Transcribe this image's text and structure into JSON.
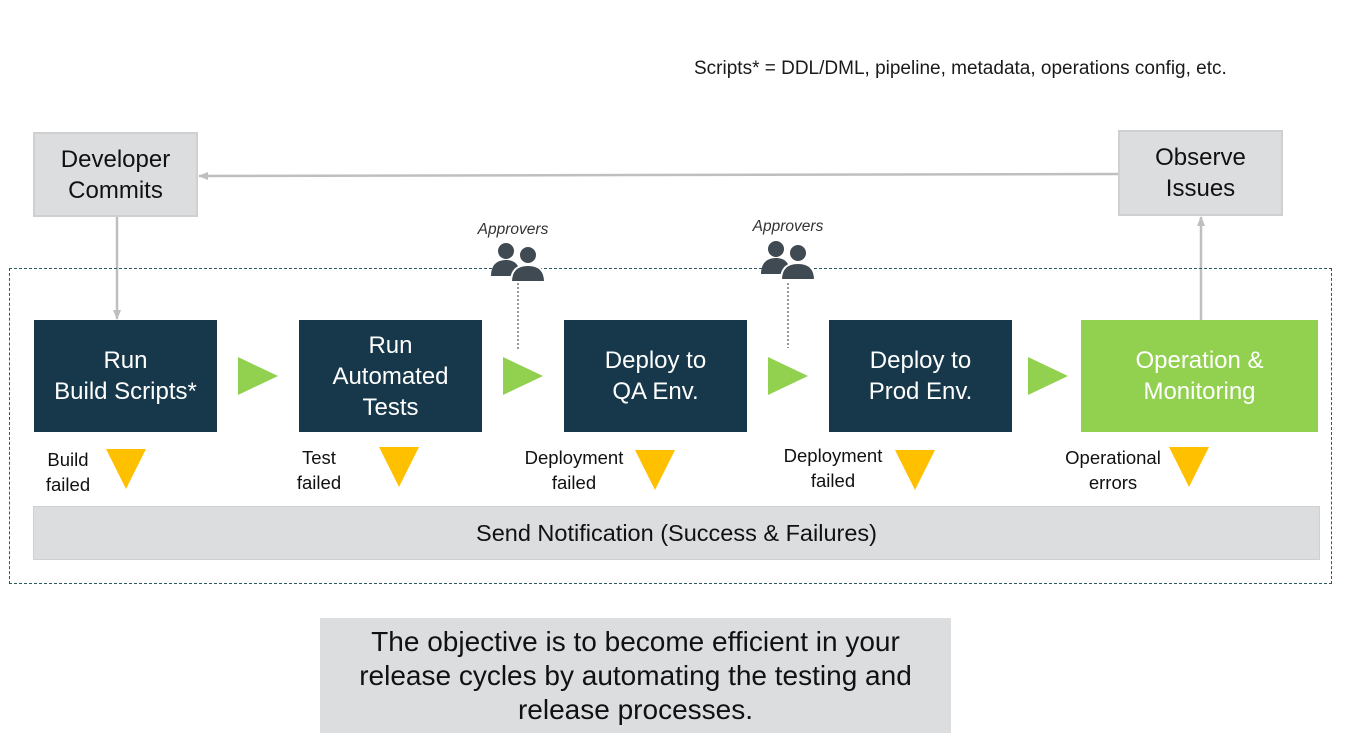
{
  "note": "Scripts* = DDL/DML, pipeline, metadata, operations config, etc.",
  "developer_commits": [
    "Developer",
    "Commits"
  ],
  "observe_issues": [
    "Observe",
    "Issues"
  ],
  "stages": [
    {
      "lines": [
        "Run",
        "Build Scripts*"
      ],
      "color": "#16384a"
    },
    {
      "lines": [
        "Run",
        "Automated",
        "Tests"
      ],
      "color": "#16384a"
    },
    {
      "lines": [
        "Deploy to",
        "QA Env."
      ],
      "color": "#16384a"
    },
    {
      "lines": [
        "Deploy to",
        "Prod Env."
      ],
      "color": "#16384a"
    },
    {
      "lines": [
        "Operation &",
        "Monitoring"
      ],
      "color": "#92d050"
    }
  ],
  "approvers": [
    "Approvers",
    "Approvers"
  ],
  "failures": [
    [
      "Build",
      "failed"
    ],
    [
      "Test",
      "failed"
    ],
    [
      "Deployment",
      "failed"
    ],
    [
      "Deployment",
      "failed"
    ],
    [
      "Operational",
      "errors"
    ]
  ],
  "notification": "Send Notification (Success & Failures)",
  "objective": [
    "The objective is to become efficient in your",
    "release cycles by automating the testing and",
    "release processes."
  ],
  "colors": {
    "stage_dark": "#16384a",
    "stage_green": "#92d050",
    "arrow_green": "#92d050",
    "warning_yellow": "#ffc000",
    "gray_box": "#dcdddf",
    "connector": "#bfbfbf",
    "dashed_border": "#2d5a5e",
    "approver_icon": "#3f4a52"
  },
  "icons": {
    "stage_arrow": "play-triangle-icon",
    "failure": "warning-triangle-icon",
    "approvers": "people-group-icon"
  }
}
